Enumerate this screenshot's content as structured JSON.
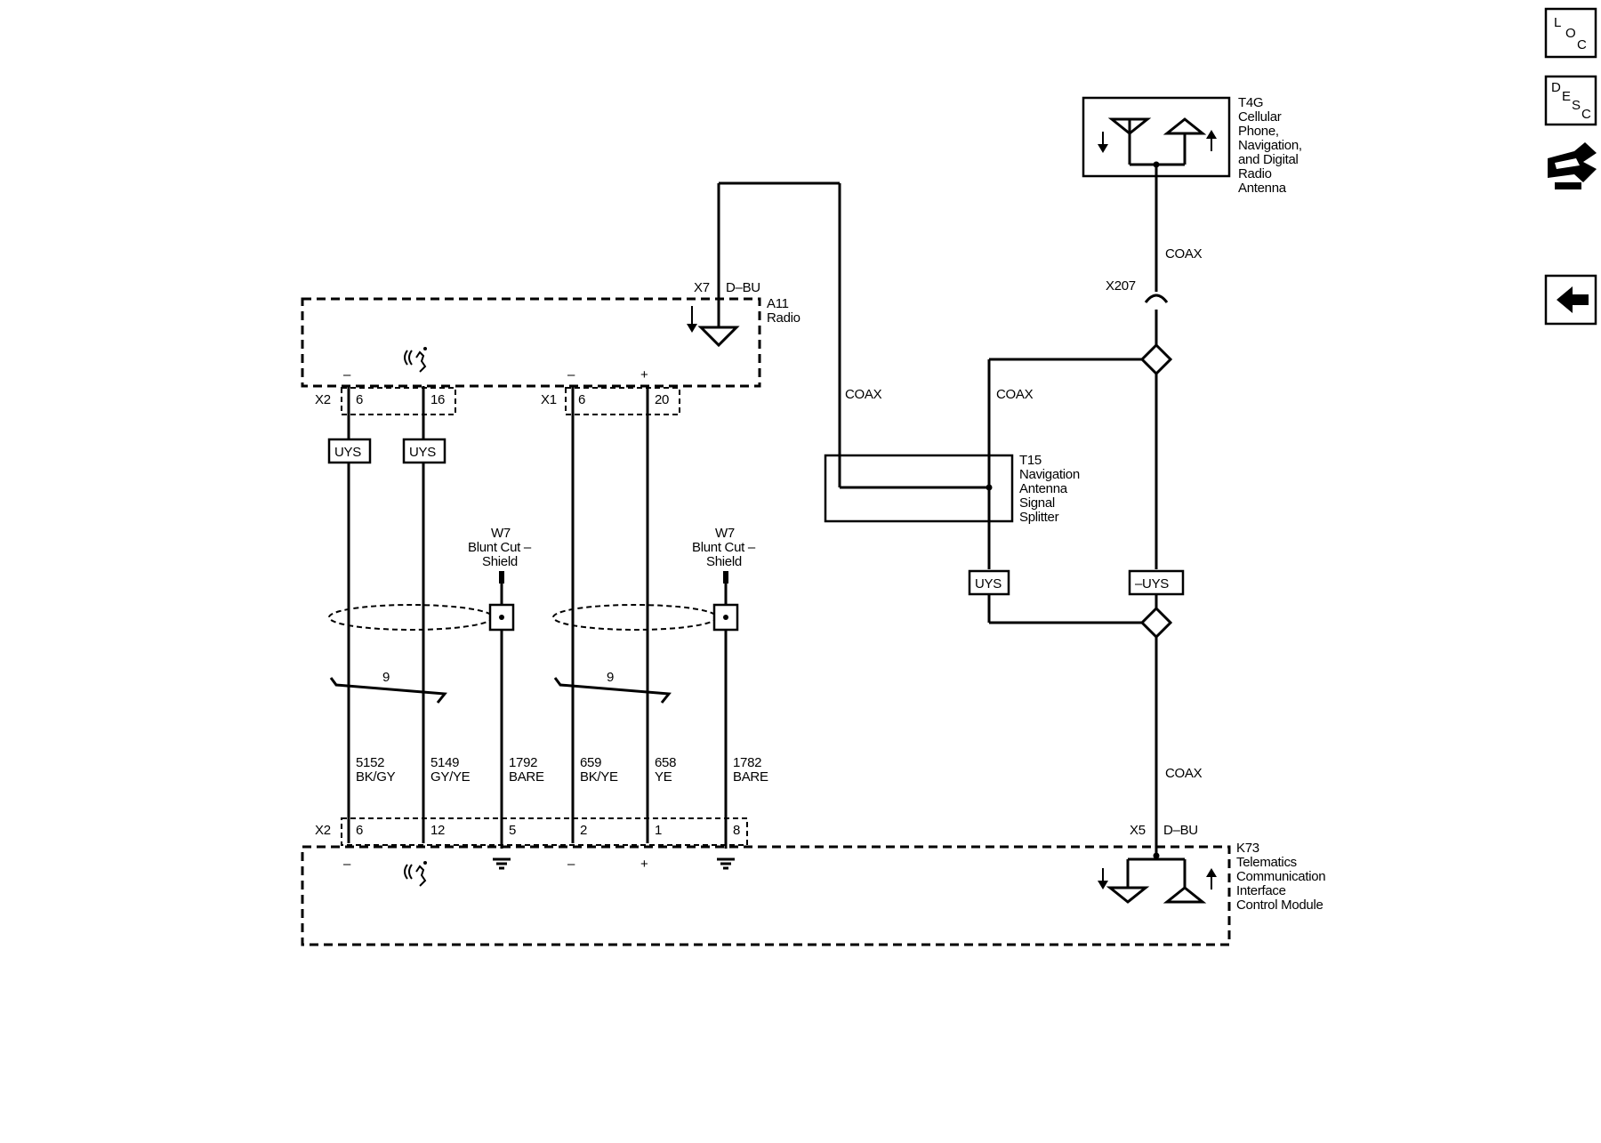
{
  "nav": {
    "loc": {
      "l": "L",
      "o": "O",
      "c": "C"
    },
    "desc": {
      "d": "D",
      "e": "E",
      "s": "S",
      "c": "C"
    }
  },
  "antenna": {
    "ref": "T4G",
    "name_lines": [
      "Cellular",
      "Phone,",
      "Navigation,",
      "and Digital",
      "Radio",
      "Antenna"
    ]
  },
  "radio": {
    "ref": "A11",
    "name": "Radio",
    "x7_connector": "X7",
    "x7_color": "D–BU",
    "x2_connector": "X2",
    "x1_connector": "X1",
    "x2_pins": [
      "6",
      "16"
    ],
    "x1_pins": [
      "6",
      "20"
    ],
    "polarity": [
      "–",
      "–",
      "+"
    ]
  },
  "splitter": {
    "ref": "T15",
    "name_lines": [
      "Navigation",
      "Antenna",
      "Signal",
      "Splitter"
    ]
  },
  "coax_labels": {
    "antenna_coax": "COAX",
    "radio_coax": "COAX",
    "splitter_coax": "COAX",
    "lower_coax": "COAX"
  },
  "x207": "X207",
  "uys": [
    "UYS",
    "UYS",
    "UYS",
    "–UYS"
  ],
  "shields": [
    {
      "ref": "W7",
      "line1": "Blunt Cut –",
      "line2": "Shield"
    },
    {
      "ref": "W7",
      "line1": "Blunt Cut –",
      "line2": "Shield"
    }
  ],
  "twist_count": [
    "9",
    "9"
  ],
  "wires": [
    {
      "circuit": "5152",
      "color": "BK/GY"
    },
    {
      "circuit": "5149",
      "color": "GY/YE"
    },
    {
      "circuit": "1792",
      "color": "BARE"
    },
    {
      "circuit": "659",
      "color": "BK/YE"
    },
    {
      "circuit": "658",
      "color": "YE"
    },
    {
      "circuit": "1782",
      "color": "BARE"
    }
  ],
  "module": {
    "ref": "K73",
    "name_lines": [
      "Telematics",
      "Communication",
      "Interface",
      "Control Module"
    ],
    "x2_connector": "X2",
    "x2_pins": [
      "6",
      "12",
      "5",
      "2",
      "1",
      "8"
    ],
    "x5_connector": "X5",
    "x5_color": "D–BU",
    "polarity": [
      "–",
      "–",
      "+"
    ]
  }
}
